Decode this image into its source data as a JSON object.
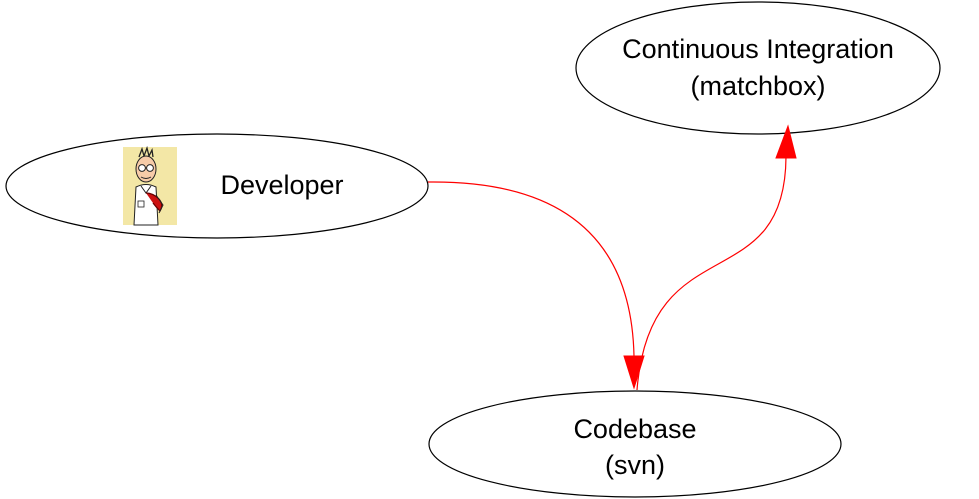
{
  "diagram": {
    "colors": {
      "edge": "#ff0000",
      "node_border": "#000000",
      "node_fill": "#ffffff",
      "text": "#000000"
    },
    "nodes": {
      "ci": {
        "line1": "Continuous Integration",
        "line2": "(matchbox)"
      },
      "developer": {
        "label": "Developer",
        "icon": "cartoon-engineer-icon"
      },
      "codebase": {
        "line1": "Codebase",
        "line2": "(svn)"
      }
    },
    "edges": [
      {
        "from": "developer",
        "to": "codebase"
      },
      {
        "from": "codebase",
        "to": "ci"
      }
    ]
  }
}
